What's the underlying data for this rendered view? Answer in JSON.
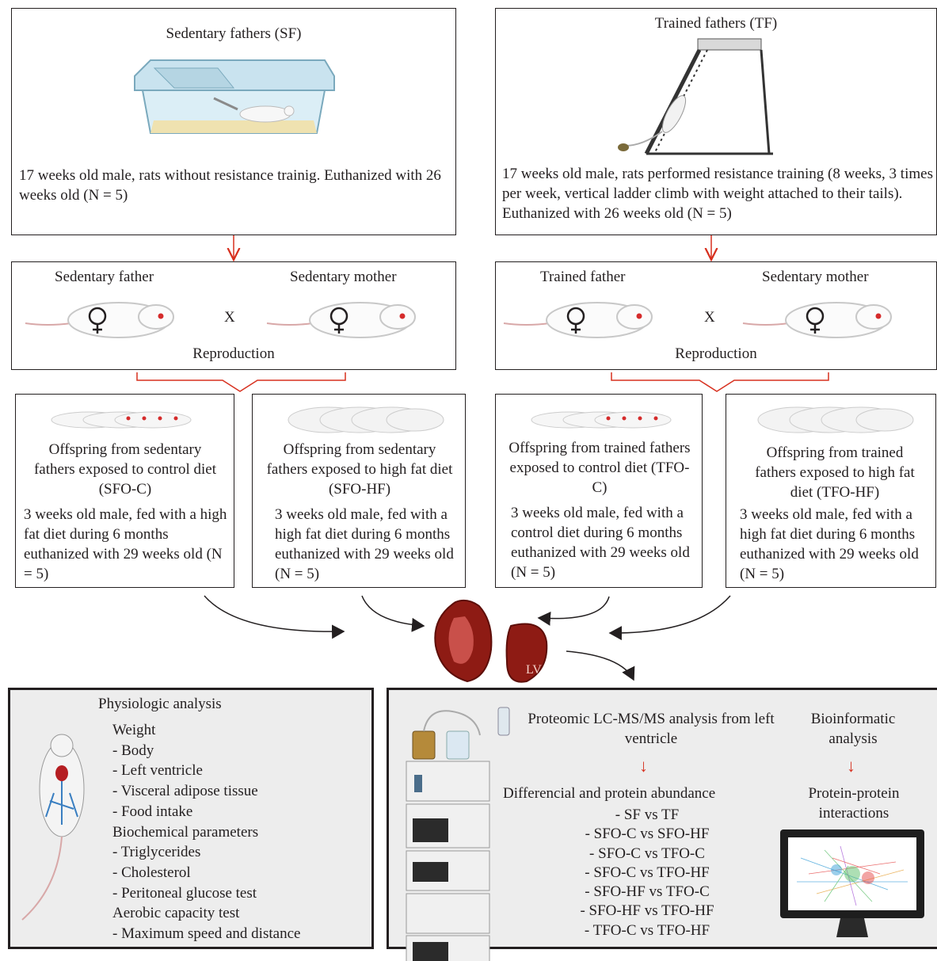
{
  "sf": {
    "title": "Sedentary fathers (SF)",
    "desc": "17 weeks old male, rats without resistance trainig. Euthanized with 26 weeks old (N = 5)"
  },
  "tf": {
    "title": "Trained fathers (TF)",
    "desc": "17 weeks old male, rats performed resistance training (8 weeks, 3 times per week, vertical ladder climb with weight attached to their tails). Euthanized with 26 weeks old (N = 5)"
  },
  "reproduction_left": {
    "father": "Sedentary father",
    "mother": "Sedentary mother",
    "cross": "X",
    "label": "Reproduction"
  },
  "reproduction_right": {
    "father": "Trained father",
    "mother": "Sedentary mother",
    "cross": "X",
    "label": "Reproduction"
  },
  "offspring": [
    {
      "title": "Offspring from sedentary fathers exposed to control diet (SFO-C)",
      "desc": "3 weeks old male, fed with a high fat diet during 6 months euthanized with 29 weeks old (N = 5)"
    },
    {
      "title": "Offspring from sedentary fathers exposed to high fat diet (SFO-HF)",
      "desc": "3 weeks old male, fed with a high fat diet during 6 months euthanized with 29 weeks old (N = 5)"
    },
    {
      "title": "Offspring from trained fathers exposed to control diet (TFO-C)",
      "desc": "3 weeks old male, fed with a control diet during 6 months euthanized with 29 weeks old (N = 5)"
    },
    {
      "title": "Offspring from trained fathers exposed to high fat diet (TFO-HF)",
      "desc": "3 weeks old male, fed with a high fat diet during 6 months euthanized with 29 weeks old (N = 5)"
    }
  ],
  "heart": {
    "lv_label": "LV"
  },
  "physiologic": {
    "title": "Physiologic analysis",
    "items": [
      "Weight",
      "- Body",
      "- Left ventricle",
      "- Visceral adipose tissue",
      "- Food intake",
      "Biochemical parameters",
      "- Triglycerides",
      "- Cholesterol",
      "- Peritoneal glucose test",
      "Aerobic capacity test",
      "- Maximum speed and distance"
    ]
  },
  "proteomic": {
    "title": "Proteomic LC-MS/MS analysis from left ventricle",
    "subtitle": "Differencial and protein abundance",
    "comparisons": [
      "- SF vs TF",
      "- SFO-C vs SFO-HF",
      "- SFO-C vs TFO-C",
      "- SFO-C vs TFO-HF",
      "- SFO-HF vs TFO-C",
      "- SFO-HF vs TFO-HF",
      "- TFO-C vs TFO-HF"
    ]
  },
  "bioinformatic": {
    "title": "Bioinformatic analysis",
    "result": "Protein-protein interactions"
  },
  "colors": {
    "arrow_red": "#d7301f",
    "panel_gray": "#ededed",
    "heart": "#8e1b14"
  }
}
